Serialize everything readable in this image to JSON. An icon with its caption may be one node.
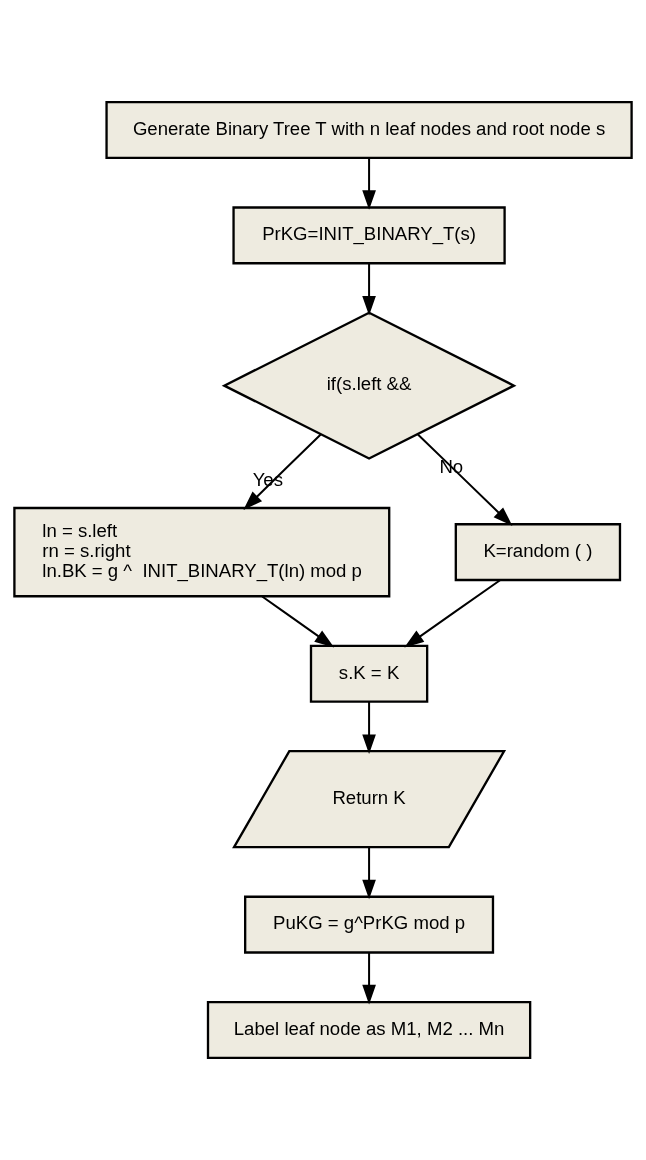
{
  "diagram": {
    "nodes": [
      {
        "text": [
          "Generate Binary Tree T with n leaf nodes and root node s"
        ]
      },
      {
        "text": [
          "PrKG=INIT_BINARY_T(s)"
        ]
      },
      {
        "text": [
          "if(s.left &&"
        ]
      },
      {
        "text": [
          "ln = s.left",
          "rn = s.right",
          "ln.BK = g ^  INIT_BINARY_T(ln) mod p"
        ]
      },
      {
        "text": [
          "K=random ( )"
        ]
      },
      {
        "text": [
          "s.K = K"
        ]
      },
      {
        "text": [
          "Return K"
        ]
      },
      {
        "text": [
          "PuKG = g^PrKG mod p"
        ]
      },
      {
        "text": [
          "Label leaf node as M1, M2 ... Mn"
        ]
      }
    ],
    "edges": [
      {
        "from": 0,
        "to": 1,
        "arrow": "to"
      },
      {
        "from": 1,
        "to": 2,
        "arrow": "to"
      },
      {
        "from": 2,
        "to": 3,
        "arrow": "to",
        "label": "Yes"
      },
      {
        "from": 2,
        "to": 4,
        "arrow": "to",
        "label": "No"
      },
      {
        "from": 3,
        "to": 5,
        "arrow": "to"
      },
      {
        "from": 4,
        "to": 5,
        "arrow": "to"
      },
      {
        "from": 5,
        "to": 6,
        "arrow": "to"
      },
      {
        "from": 6,
        "to": 7,
        "arrow": "to"
      },
      {
        "from": 7,
        "to": 8,
        "arrow": "to"
      }
    ]
  }
}
